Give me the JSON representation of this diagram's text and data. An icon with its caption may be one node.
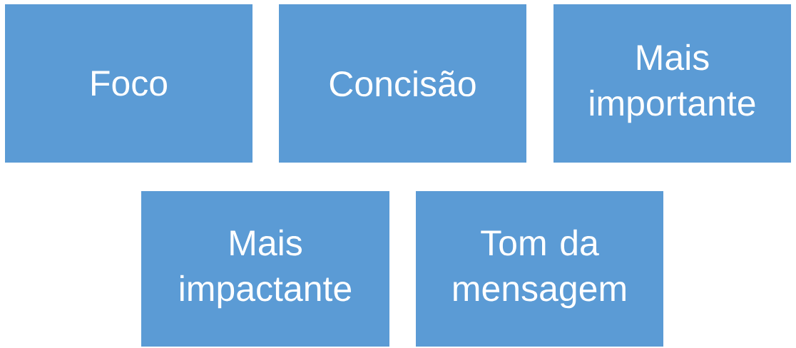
{
  "diagram": {
    "nodes": [
      {
        "text": [
          "Foco"
        ]
      },
      {
        "text": [
          "Concisão"
        ]
      },
      {
        "text": [
          "Mais importante"
        ]
      },
      {
        "text": [
          "Mais impactante"
        ]
      },
      {
        "text": [
          "Tom da mensagem"
        ]
      }
    ]
  }
}
